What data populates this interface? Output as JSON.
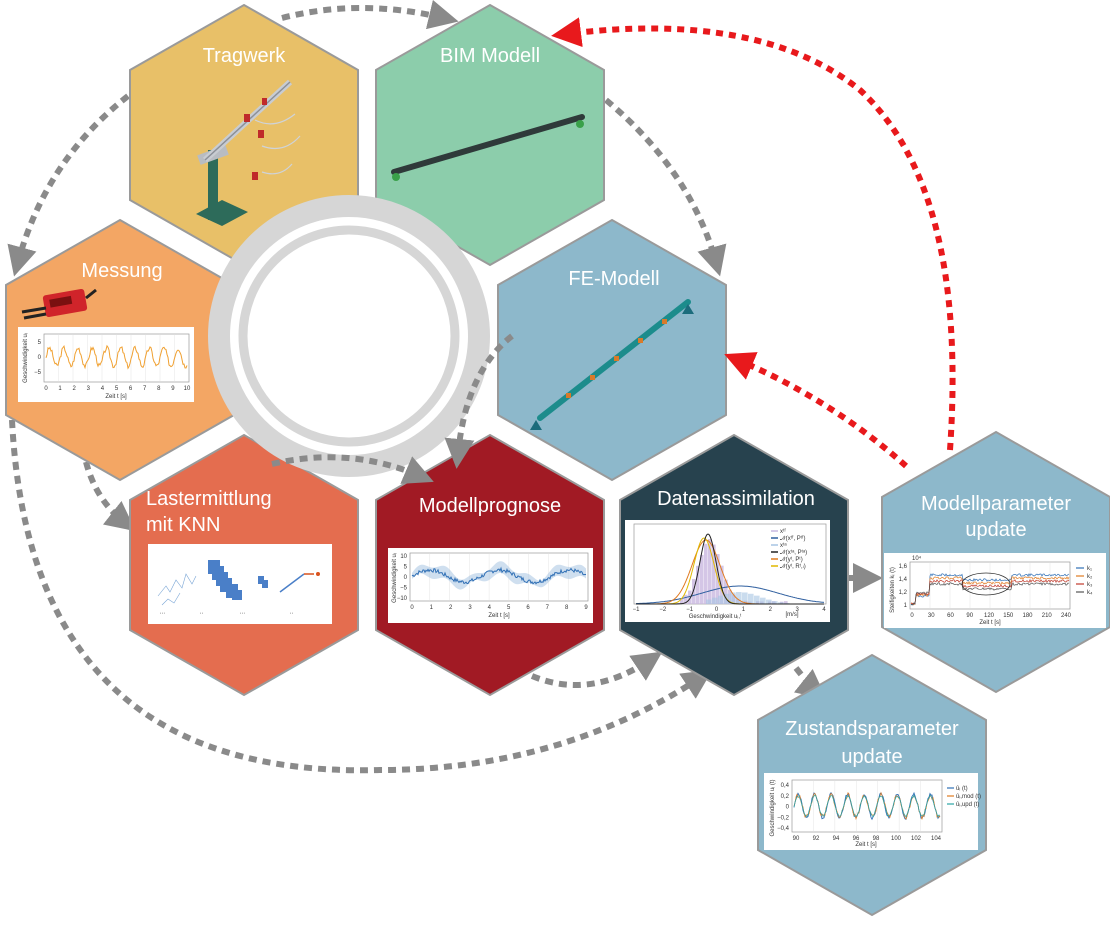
{
  "hexagons": {
    "tragwerk": {
      "title": "Tragwerk",
      "color": "#e8c068"
    },
    "bim": {
      "title": "BIM Modell",
      "color": "#8ccdab"
    },
    "messung": {
      "title": "Messung",
      "color": "#f3a664"
    },
    "fe": {
      "title": "FE-Modell",
      "color": "#8db8cb"
    },
    "laster": {
      "title_line1": "Lastermittlung",
      "title_line2": "mit KNN",
      "color": "#e46d4f"
    },
    "prognose": {
      "title": "Modellprognose",
      "color": "#a11a24"
    },
    "datenassim": {
      "title": "Datenassimilation",
      "color": "#27424e"
    },
    "modellparam": {
      "title_line1": "Modellparameter",
      "title_line2": "update",
      "color": "#8db8cb"
    },
    "zustand": {
      "title_line1": "Zustandsparameter",
      "title_line2": "update",
      "color": "#8db8cb"
    }
  },
  "plots": {
    "messung": {
      "ylabel": "Geschwindigkeit  uᵢ",
      "xlabel": "Zeit  t [s]",
      "xticks": [
        "0",
        "1",
        "2",
        "3",
        "4",
        "5",
        "6",
        "7",
        "8",
        "9",
        "10"
      ],
      "yticks": [
        "5",
        "0",
        "−5"
      ]
    },
    "prognose": {
      "ylabel": "Geschwindigkeit  uᵢ",
      "xlabel": "Zeit  t [s]",
      "xticks": [
        "0",
        "1",
        "2",
        "3",
        "4",
        "5",
        "6",
        "7",
        "8",
        "9"
      ],
      "yticks": [
        "10",
        "5",
        "0",
        "−5",
        "−10"
      ]
    },
    "datenassim": {
      "xlabel": "Geschwindigkeit  uᵢ,ᵗ",
      "xunit": "[m/s]",
      "xticks": [
        "−1",
        "−2",
        "−1",
        "0",
        "1",
        "2",
        "3",
        "4"
      ],
      "legend": [
        "xᵗᶠ",
        "𝒩(xᵗᶠ, Pᵗᶠ)",
        "xᵗᵃ",
        "𝒩(xᵗᵃ, Pᵗᵃ)",
        "𝒩(yᵗ, Pᵗ)",
        "𝒩(yᵗ, Rᵗ,ₗ)"
      ]
    },
    "modellparam": {
      "ylabel": "Steifigkeiten  kᵢ (t)",
      "xlabel": "Zeit  t [s]",
      "exponent": "10⁴",
      "xticks": [
        "0",
        "30",
        "60",
        "90",
        "120",
        "150",
        "180",
        "210",
        "240"
      ],
      "yticks": [
        "1,6",
        "1,4",
        "1,2",
        "1"
      ],
      "legend": [
        "k₁",
        "k₂",
        "k₃",
        "k₄"
      ]
    },
    "zustand": {
      "ylabel": "Geschwindigkeit  uᵢ (t)",
      "xlabel": "Zeit  t [s]",
      "xticks": [
        "90",
        "92",
        "94",
        "96",
        "98",
        "100",
        "102",
        "104"
      ],
      "yticks": [
        "0,4",
        "0,2",
        "0",
        "−0,2",
        "−0,4"
      ],
      "legend": [
        "ûᵢ (t)",
        "ûᵢ,mod (t)",
        "ûᵢ,upd (t)"
      ]
    }
  },
  "colors": {
    "arrow_gray": "#8a8a8a",
    "arrow_red": "#e8191c",
    "ring": "#d6d6d6",
    "measure_line": "#f0a030",
    "forecast_line": "#2f6fb5"
  }
}
